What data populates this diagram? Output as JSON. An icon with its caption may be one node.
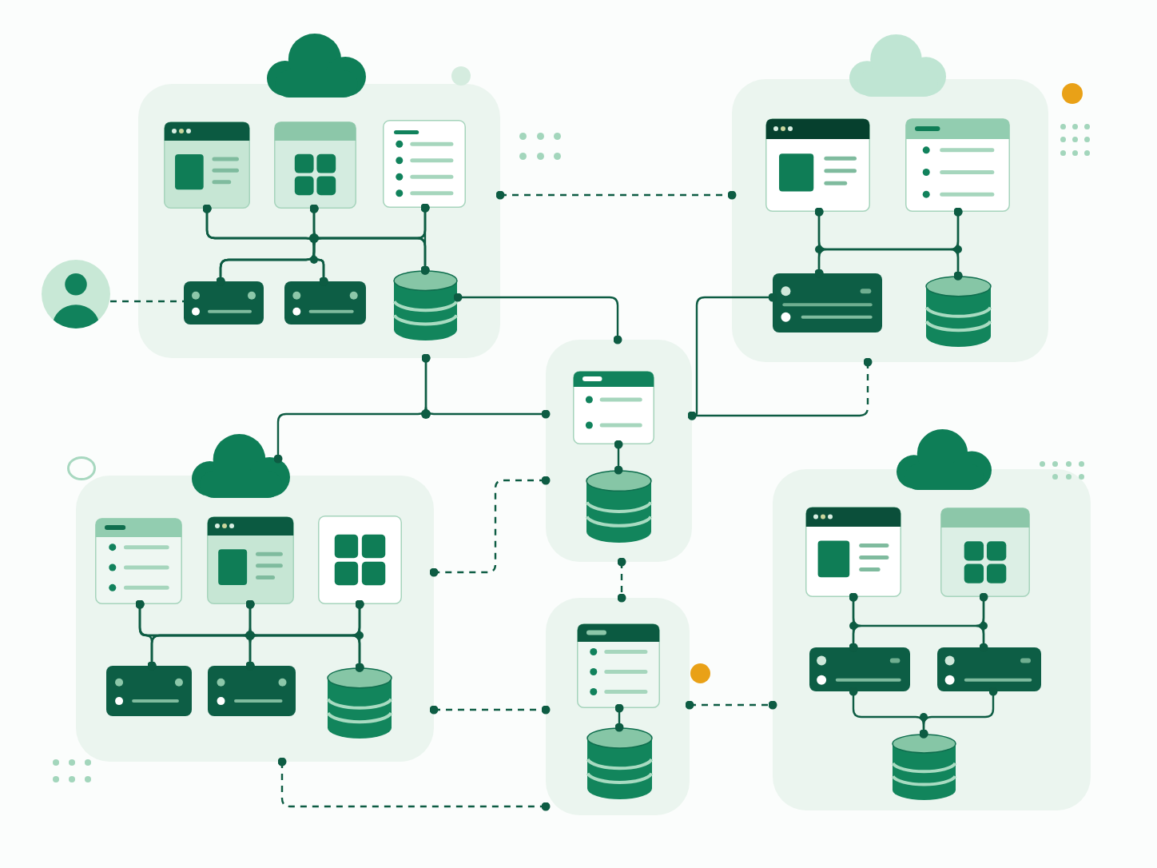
{
  "diagram": {
    "nodes": [
      {
        "text": [],
        "shape": "cloud"
      },
      {
        "text": [],
        "shape": "cloud"
      },
      {
        "text": [],
        "shape": "box"
      },
      {
        "text": [],
        "shape": "window",
        "in": 2
      },
      {
        "text": [],
        "shape": "window",
        "in": 2
      },
      {
        "text": [],
        "shape": "window",
        "in": 2
      },
      {
        "text": [],
        "shape": "person"
      },
      {
        "text": [],
        "shape": "server",
        "in": 2
      },
      {
        "text": [],
        "shape": "server",
        "in": 2
      },
      {
        "text": [],
        "shape": "cylinder",
        "in": 2
      },
      {
        "text": [],
        "shape": "box"
      },
      {
        "text": [],
        "shape": "window",
        "in": 10
      },
      {
        "text": [],
        "shape": "window",
        "in": 10
      },
      {
        "text": [],
        "shape": "server",
        "in": 10
      },
      {
        "text": [],
        "shape": "cylinder",
        "in": 10
      },
      {
        "text": [],
        "shape": "box"
      },
      {
        "text": [],
        "shape": "window",
        "in": 15
      },
      {
        "text": [],
        "shape": "cylinder",
        "in": 15
      },
      {
        "text": [],
        "shape": "cloud"
      },
      {
        "text": [],
        "shape": "cloud"
      },
      {
        "text": [],
        "shape": "box"
      },
      {
        "text": [],
        "shape": "window",
        "in": 20
      },
      {
        "text": [],
        "shape": "window",
        "in": 20
      },
      {
        "text": [],
        "shape": "window",
        "in": 20
      },
      {
        "text": [],
        "shape": "server",
        "in": 20
      },
      {
        "text": [],
        "shape": "server",
        "in": 20
      },
      {
        "text": [],
        "shape": "cylinder",
        "in": 20
      },
      {
        "text": [],
        "shape": "box"
      },
      {
        "text": [],
        "shape": "window",
        "in": 27
      },
      {
        "text": [],
        "shape": "cylinder",
        "in": 27
      },
      {
        "text": [],
        "shape": "box"
      },
      {
        "text": [],
        "shape": "window",
        "in": 30
      },
      {
        "text": [],
        "shape": "window",
        "in": 30
      },
      {
        "text": [],
        "shape": "server",
        "in": 30
      },
      {
        "text": [],
        "shape": "server",
        "in": 30
      },
      {
        "text": [],
        "shape": "cylinder",
        "in": 30
      }
    ],
    "edges": [
      {
        "from": 3,
        "to": 7,
        "arrow": "other"
      },
      {
        "from": 3,
        "to": 8,
        "arrow": "other"
      },
      {
        "from": 3,
        "to": 9,
        "arrow": "other"
      },
      {
        "from": 4,
        "to": 7,
        "arrow": "other"
      },
      {
        "from": 4,
        "to": 8,
        "arrow": "other"
      },
      {
        "from": 4,
        "to": 9,
        "arrow": "other"
      },
      {
        "from": 5,
        "to": 7,
        "arrow": "other"
      },
      {
        "from": 5,
        "to": 8,
        "arrow": "other"
      },
      {
        "from": 5,
        "to": 9,
        "arrow": "other"
      },
      {
        "from": 6,
        "to": 7,
        "arrow": "none",
        "style": "dashed"
      },
      {
        "from": 2,
        "to": 10,
        "arrow": "other",
        "style": "dashed"
      },
      {
        "from": 9,
        "to": 15,
        "arrow": "other"
      },
      {
        "from": 11,
        "to": 13,
        "arrow": "other"
      },
      {
        "from": 11,
        "to": 14,
        "arrow": "other"
      },
      {
        "from": 12,
        "to": 13,
        "arrow": "other"
      },
      {
        "from": 12,
        "to": 14,
        "arrow": "other"
      },
      {
        "from": 13,
        "to": 15,
        "arrow": "other"
      },
      {
        "from": 10,
        "to": 15,
        "arrow": "other",
        "style": "dashed"
      },
      {
        "from": 2,
        "to": 18,
        "arrow": "other"
      },
      {
        "from": 2,
        "to": 15,
        "arrow": "other"
      },
      {
        "from": 16,
        "to": 17,
        "arrow": "other"
      },
      {
        "from": 15,
        "to": 20,
        "arrow": "other",
        "style": "dashed"
      },
      {
        "from": 15,
        "to": 27,
        "arrow": "other",
        "style": "dashed"
      },
      {
        "from": 21,
        "to": 24,
        "arrow": "other"
      },
      {
        "from": 21,
        "to": 25,
        "arrow": "other"
      },
      {
        "from": 21,
        "to": 26,
        "arrow": "other"
      },
      {
        "from": 22,
        "to": 24,
        "arrow": "other"
      },
      {
        "from": 22,
        "to": 25,
        "arrow": "other"
      },
      {
        "from": 22,
        "to": 26,
        "arrow": "other"
      },
      {
        "from": 23,
        "to": 24,
        "arrow": "other"
      },
      {
        "from": 23,
        "to": 25,
        "arrow": "other"
      },
      {
        "from": 23,
        "to": 26,
        "arrow": "other"
      },
      {
        "from": 20,
        "to": 27,
        "arrow": "other",
        "style": "dashed"
      },
      {
        "from": 20,
        "to": 27,
        "arrow": "other",
        "style": "dashed"
      },
      {
        "from": 28,
        "to": 29,
        "arrow": "other"
      },
      {
        "from": 27,
        "to": 30,
        "arrow": "other",
        "style": "dashed"
      },
      {
        "from": 31,
        "to": 33,
        "arrow": "other"
      },
      {
        "from": 31,
        "to": 34,
        "arrow": "other"
      },
      {
        "from": 32,
        "to": 33,
        "arrow": "other"
      },
      {
        "from": 32,
        "to": 34,
        "arrow": "other"
      },
      {
        "from": 33,
        "to": 35,
        "arrow": "other"
      },
      {
        "from": 34,
        "to": 35,
        "arrow": "other"
      }
    ]
  }
}
